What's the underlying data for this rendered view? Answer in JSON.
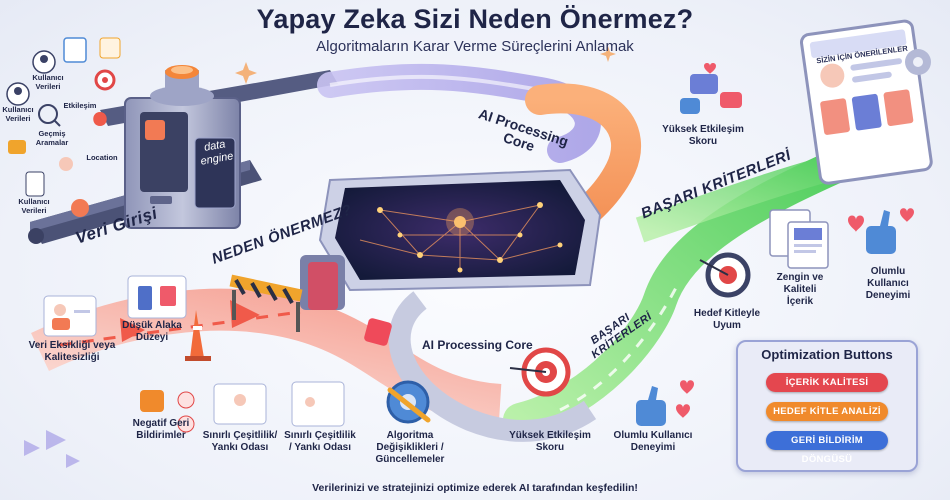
{
  "header": {
    "title": "Yapay Zeka Sizi Neden Önermez?",
    "subtitle": "Algoritmaların Karar Verme Süreçlerini Anlamak"
  },
  "inputs": {
    "kullanici_verileri_1": "Kullanıcı Verileri",
    "kullanici_verileri_2": "Kullanıcı Verileri",
    "kullanici_verileri_3": "Kullanıcı Verileri",
    "etkilesim": "Etkileşim",
    "gecmis_aramalar": "Geçmiş Aramalar",
    "location": "Location"
  },
  "engine": {
    "line1": "data",
    "line2": "engine",
    "veri_girisi": "Veri Girişi"
  },
  "core": {
    "label_top": "AI Processing Core",
    "label_bottom": "AI Processing Core"
  },
  "paths": {
    "neden_onermez": "NEDEN ÖNERMEZ?",
    "basari_kriterleri_top": "BAŞARI KRİTERLERİ",
    "basari_kriterleri_mid": "BAŞARI KRİTERLERİ"
  },
  "negatives": {
    "veri_eksikligi": "Veri Eksikliği veya Kalitesizliği",
    "dusuk_alaka": "Düşük Alaka Düzeyi",
    "negatif_geri": "Negatif Geri Bildirimler",
    "sinirli_cesitlilik_1": "Sınırlı Çeşitlilik/ Yankı Odası",
    "sinirli_cesitlilik_2": "Sınırlı Çeşitlilik / Yankı Odası",
    "algoritma_degisiklikleri": "Algoritma Değişiklikleri / Güncellemeler"
  },
  "positives": {
    "yuksek_etkilesim_top": "Yüksek Etkileşim Skoru",
    "yuksek_etkilesim_bottom": "Yüksek Etkileşim Skoru",
    "zengin_icerik": "Zengin ve Kaliteli İçerik",
    "olumlu_deneyim_right": "Olumlu Kullanıcı Deneyimi",
    "olumlu_deneyim_bottom": "Olumlu Kullanıcı Deneyimi",
    "hedef_kitleyle": "Hedef Kitleyle Uyum"
  },
  "recommend_panel": {
    "title": "SİZİN İÇİN ÖNERİLENLER"
  },
  "optimization": {
    "title": "Optimization Buttons",
    "buttons": [
      "İÇERİK KALİTESİ",
      "HEDEF KİTLE ANALİZİ",
      "GERİ BİLDİRİM DÖNGÜSÜ"
    ],
    "colors": [
      "#e4474f",
      "#f08a2c",
      "#3d6fd8"
    ]
  },
  "footer": {
    "text": "Verilerinizi ve stratejinizi optimize ederek AI tarafından keşfedilin!"
  },
  "colors": {
    "negative_path": "#f27b6b",
    "positive_path": "#5ccf67",
    "core_glow": "#f5a15a",
    "accent": "#1f2547"
  }
}
